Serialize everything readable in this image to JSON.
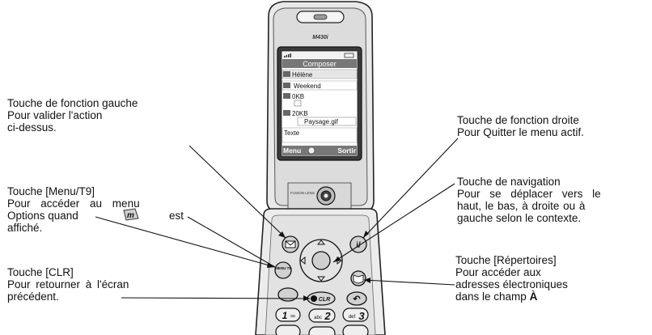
{
  "phone": {
    "model": "M430i",
    "screen": {
      "title": "Composer",
      "rows": [
        "Hélène",
        "Weekend",
        "0KB",
        "20KB",
        "Paysage.gif",
        "Texte"
      ],
      "softkey_left": "Menu",
      "softkey_right": "Sortir"
    },
    "camera_label": "FUSION LENS",
    "keys": {
      "clr": "CLR",
      "menu_t9": "MENU T9",
      "key1": "1",
      "key1_sub": "∞",
      "key2": "2",
      "key2_sub": "abc",
      "key3": "3",
      "key3_sub": "def"
    }
  },
  "callouts": {
    "left_softkey": {
      "lines": [
        "Touche de fonction gauche",
        "Pour valider l'action",
        "ci-dessus."
      ]
    },
    "menu_t9": {
      "lines": [
        "Touche [Menu/T9]",
        "Pour accéder au menu",
        "Options quand",
        "est",
        "affiché."
      ]
    },
    "clr": {
      "lines": [
        "Touche [CLR]",
        "Pour retourner à l'écran",
        "précédent."
      ]
    },
    "right_softkey": {
      "lines": [
        "Touche de fonction droite",
        "Pour Quitter le menu actif."
      ]
    },
    "navigation": {
      "lines": [
        "Touche de navigation",
        "Pour se déplacer vers le",
        "haut, le bas, à droite ou à",
        "gauche selon le contexte."
      ]
    },
    "contacts": {
      "lines": [
        "Touche [Répertoires]",
        "Pour accéder aux",
        "adresses électroniques",
        "dans le champ",
        "À"
      ]
    }
  }
}
